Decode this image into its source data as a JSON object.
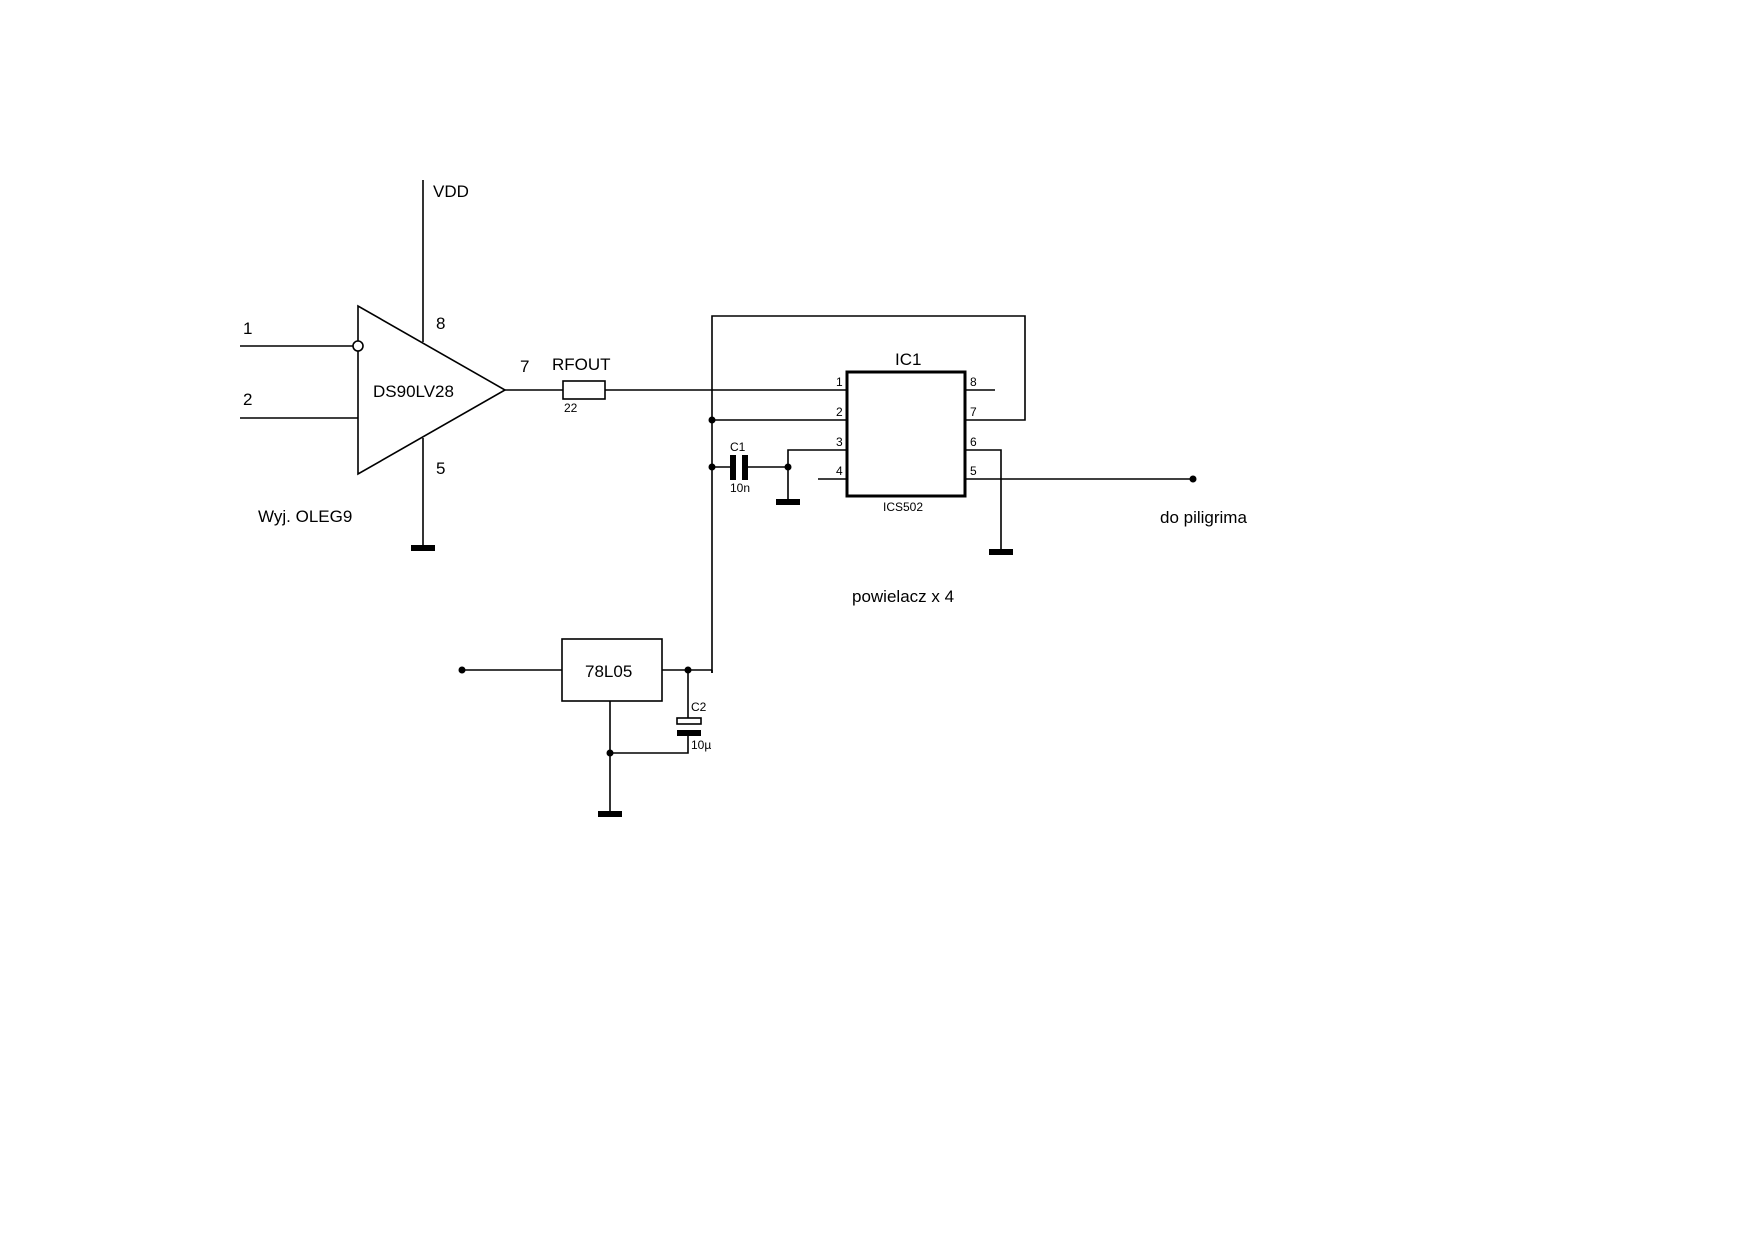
{
  "diagram": {
    "type": "electronic-schematic",
    "colors": {
      "line": "#000000",
      "background": "#ffffff"
    },
    "driver": {
      "part": "DS90LV28",
      "supply_label": "VDD",
      "pins": {
        "in_inverting": "1",
        "in_noninverting": "2",
        "vdd": "8",
        "gnd": "5",
        "out": "7"
      },
      "caption": "Wyj. OLEG9"
    },
    "net_label_out": "RFOUT",
    "resistor": {
      "value": "22"
    },
    "c1": {
      "ref": "C1",
      "value": "10n"
    },
    "ic1": {
      "ref": "IC1",
      "part": "ICS502",
      "pins_left": [
        "1",
        "2",
        "3",
        "4"
      ],
      "pins_right": [
        "8",
        "7",
        "6",
        "5"
      ],
      "caption": "powielacz x 4"
    },
    "output_label": "do piligrima",
    "regulator": {
      "part": "78L05"
    },
    "c2": {
      "ref": "C2",
      "value": "10µ"
    }
  }
}
